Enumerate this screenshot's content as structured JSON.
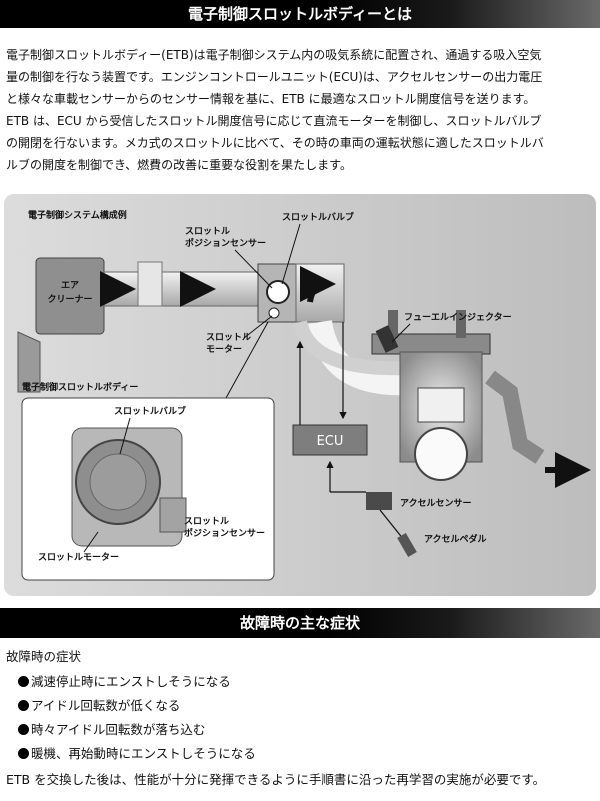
{
  "header": {
    "title": "電子制御スロットルボディーとは"
  },
  "intro": {
    "lines": [
      "電子制御スロットルボディー(ETB)は電子制御システム内の吸気系統に配置され、通過する吸入空気",
      "量の制御を行なう装置です。エンジンコントロールユニット(ECU)は、アクセルセンサーの出力電圧",
      "と様々な車載センサーからのセンサー情報を基に、ETB に最適なスロットル開度信号を送ります。",
      "ETB は、ECU から受信したスロットル開度信号に応じて直流モーターを制御し、スロットルバルブ",
      "の開閉を行ないます。メカ式のスロットルに比べて、その時の車両の運転状態に適したスロットルバ",
      "ルブの開度を制御でき、燃費の改善に重要な役割を果たします。"
    ]
  },
  "diagram": {
    "system_title": "電子制御システム構成例",
    "air_cleaner": [
      "エア",
      "クリーナー"
    ],
    "throttle_position_sensor": [
      "スロットル",
      "ポジションセンサー"
    ],
    "throttle_valve": "スロットルバルブ",
    "throttle_motor": [
      "スロットル",
      "モーター"
    ],
    "fuel_injector": "フューエルインジェクター",
    "ecu": "ECU",
    "accel_sensor": "アクセルセンサー",
    "accel_pedal": "アクセルペダル",
    "etb_title": "電子制御スロットルボディー",
    "etb_valve": "スロットルバルブ",
    "etb_sensor": [
      "スロットル",
      "ポジションセンサー"
    ],
    "etb_motor": "スロットルモーター"
  },
  "symptoms": {
    "title": "故障時の主な症状",
    "heading": "故障時の症状",
    "items": [
      "減速停止時にエンストしそうになる",
      "アイドル回転数が低くなる",
      "時々アイドル回転数が落ち込む",
      "暖機、再始動時にエンストしそうになる"
    ],
    "note": "ETB を交換した後は、性能が十分に発揮できるように手順書に沿った再学習の実施が必要です。"
  }
}
